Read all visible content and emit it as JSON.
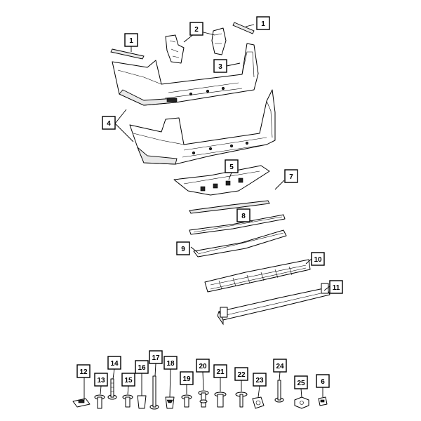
{
  "callouts": {
    "c1a": "1",
    "c1b": "1",
    "c2": "2",
    "c3": "3",
    "c4": "4",
    "c5": "5",
    "c7": "7",
    "c8": "8",
    "c9": "9",
    "c10": "10",
    "c11": "11",
    "c12": "12",
    "c13": "13",
    "c14": "14",
    "c15": "15",
    "c16": "16",
    "c17": "17",
    "c18": "18",
    "c19": "19",
    "c20": "20",
    "c21": "21",
    "c22": "22",
    "c23": "23",
    "c24": "24",
    "c25": "25",
    "c6": "6"
  }
}
